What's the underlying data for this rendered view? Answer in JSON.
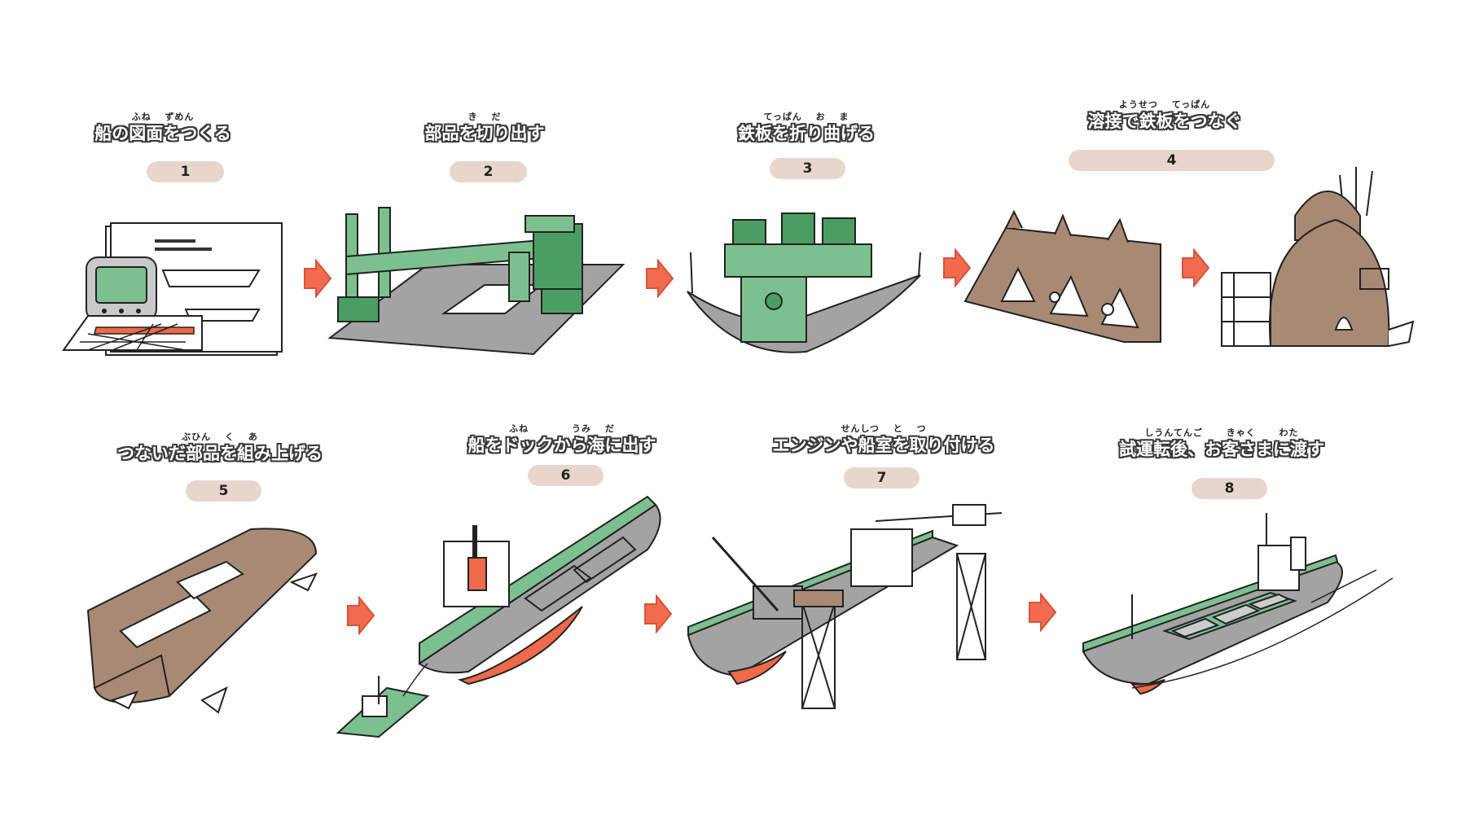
{
  "steps": [
    {
      "number": "1",
      "ruby": "ふね　 ずめん",
      "title": "船の図面をつくる"
    },
    {
      "number": "2",
      "ruby": "き　 だ",
      "title": "部品を切り出す"
    },
    {
      "number": "3",
      "ruby": "てっぱん　 お　 ま",
      "title": "鉄板を折り曲げる"
    },
    {
      "number": "4",
      "ruby": "ようせつ　 てっぱん",
      "title": "溶接で鉄板をつなぐ"
    },
    {
      "number": "5",
      "ruby": "ぶひん　 く　 あ",
      "title": "つないだ部品を組み上げる"
    },
    {
      "number": "6",
      "ruby": "ふね　　　　 うみ　 だ",
      "title": "船をドックから海に出す"
    },
    {
      "number": "7",
      "ruby": "せんしつ　 と　 つ",
      "title": "エンジンや船室を取り付ける"
    },
    {
      "number": "8",
      "ruby": "しうんてんご　　 きゃく　　 わた",
      "title": "試運転後、お客さまに渡す"
    }
  ],
  "colors": {
    "green": "#7dc08f",
    "green_dark": "#4a9e63",
    "brown": "#a88a74",
    "gray": "#a3a3a3",
    "red": "#ee6a4a",
    "arrow": "#f26b4f",
    "badge": "#e8d6cd"
  }
}
